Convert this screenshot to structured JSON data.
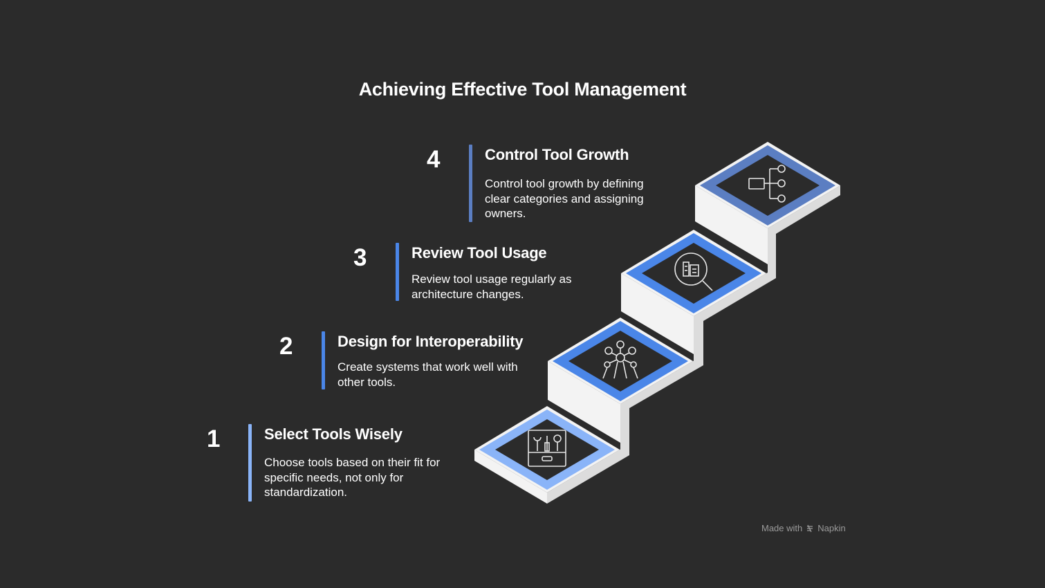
{
  "title": "Achieving Effective Tool Management",
  "steps": [
    {
      "number": "1",
      "heading": "Select Tools Wisely",
      "description": "Choose tools based on their fit for specific needs, not only for standardization.",
      "icon": "toolbox-icon",
      "accent": "#8ab4f8"
    },
    {
      "number": "2",
      "heading": "Design for Interoperability",
      "description": "Create systems that work well with other tools.",
      "icon": "network-structure-icon",
      "accent": "#4a86e8"
    },
    {
      "number": "3",
      "heading": "Review Tool Usage",
      "description": "Review tool usage regularly as architecture changes.",
      "icon": "magnifier-document-icon",
      "accent": "#4a86e8"
    },
    {
      "number": "4",
      "heading": "Control Tool Growth",
      "description": "Control tool growth by defining clear categories and assigning owners.",
      "icon": "hierarchy-tree-icon",
      "accent": "#5b7ec2"
    }
  ],
  "credit": {
    "made_with": "Made with",
    "brand": "Napkin"
  },
  "colors": {
    "background": "#2b2b2b",
    "stair_top": "#f3f3f3",
    "stair_side": "#dcdcdc",
    "tile_inner": "#2b2b2b"
  }
}
